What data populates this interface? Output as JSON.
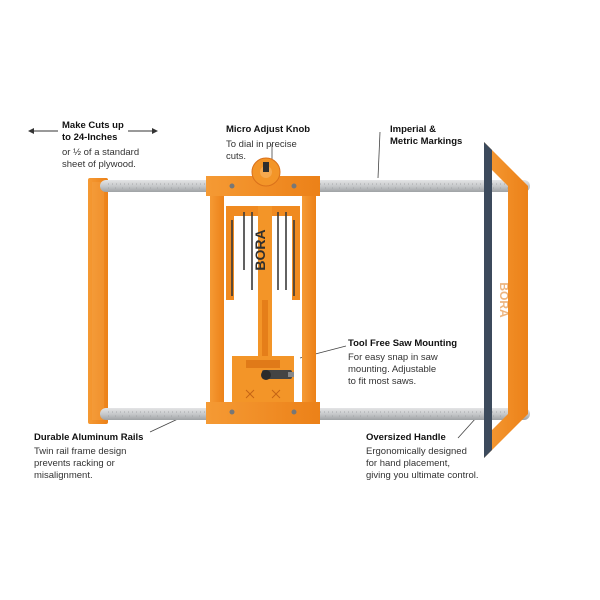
{
  "callouts": {
    "cuts": {
      "title_line1": "Make Cuts up",
      "title_line2": "to 24-Inches",
      "desc_line1": "or ½ of a standard",
      "desc_line2": "sheet of plywood."
    },
    "knob": {
      "title": "Micro Adjust Knob",
      "desc_line1": "To dial in precise",
      "desc_line2": "cuts."
    },
    "markings": {
      "title_line1": "Imperial &",
      "title_line2": "Metric Markings"
    },
    "mounting": {
      "title": "Tool Free Saw Mounting",
      "desc_line1": "For easy snap in saw",
      "desc_line2": "mounting.  Adjustable",
      "desc_line3": "to fit most saws."
    },
    "rails": {
      "title": "Durable Aluminum Rails",
      "desc_line1": "Twin rail frame design",
      "desc_line2": "prevents racking or",
      "desc_line3": "misalignment."
    },
    "handle": {
      "title": "Oversized Handle",
      "desc_line1": "Ergonomically designed",
      "desc_line2": "for hand placement,",
      "desc_line3": "giving you ultimate control."
    }
  },
  "product": {
    "brand_label": "BORA",
    "colors": {
      "orange": "#f28b1f",
      "orange_dark": "#d9701a",
      "rail": "#c9cbcd",
      "rail_dark": "#9ea1a4",
      "handle_edge": "#3c4a5c"
    }
  }
}
